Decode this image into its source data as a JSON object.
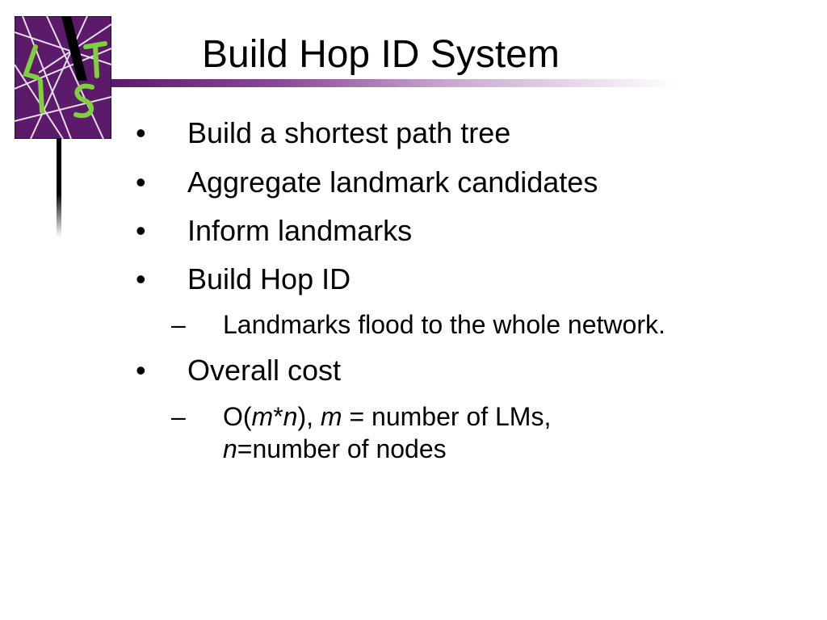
{
  "slide": {
    "title": "Build Hop ID System",
    "bullets": [
      {
        "level": 1,
        "marker": "•",
        "text": "Build a shortest path tree"
      },
      {
        "level": 1,
        "marker": "•",
        "text": "Aggregate landmark candidates"
      },
      {
        "level": 1,
        "marker": "•",
        "text": "Inform landmarks"
      },
      {
        "level": 1,
        "marker": "•",
        "text": "Build Hop ID"
      },
      {
        "level": 2,
        "marker": "–",
        "text": "Landmarks flood to the whole network."
      },
      {
        "level": 1,
        "marker": "•",
        "text": "Overall cost"
      },
      {
        "level": 2,
        "marker": "–",
        "formula": {
          "p1": "O(",
          "m1": "m",
          "p2": "*",
          "n1": "n",
          "p3": "), ",
          "m2": "m",
          "p4": " = number of LMs,",
          "n2": "n",
          "p5": "=number of nodes"
        }
      }
    ]
  },
  "logo": {
    "letters": "LITS",
    "colors": {
      "background": "#5b1a6a",
      "letters": "#7fd13b",
      "lines": "#ffffff"
    }
  },
  "theme": {
    "accent": "#5b1a6a"
  }
}
